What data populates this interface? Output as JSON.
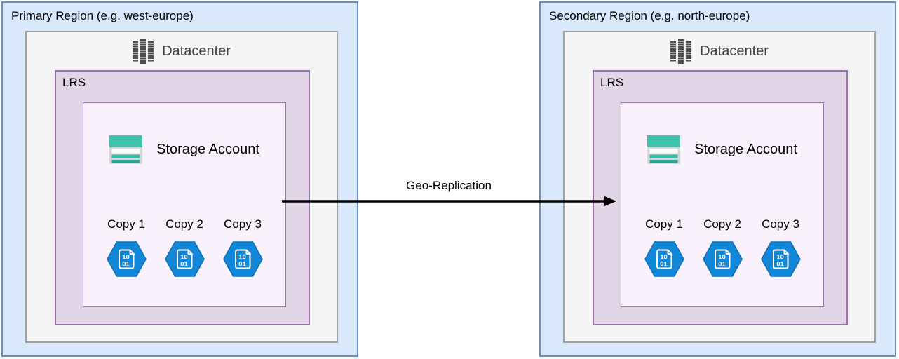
{
  "diagram": {
    "arrow": {
      "label": "Geo-Replication",
      "direction": "left-to-right"
    },
    "regions": [
      {
        "title": "Primary Region (e.g. west-europe)",
        "datacenter": {
          "label": "Datacenter",
          "icon": "server-rack-icon"
        },
        "redundancy": {
          "label": "LRS",
          "storage_account": {
            "label": "Storage Account",
            "icon": "storage-account-icon",
            "copies": [
              {
                "label": "Copy 1",
                "icon": "binary-file-icon"
              },
              {
                "label": "Copy 2",
                "icon": "binary-file-icon"
              },
              {
                "label": "Copy 3",
                "icon": "binary-file-icon"
              }
            ]
          }
        }
      },
      {
        "title": "Secondary Region (e.g. north-europe)",
        "datacenter": {
          "label": "Datacenter",
          "icon": "server-rack-icon"
        },
        "redundancy": {
          "label": "LRS",
          "storage_account": {
            "label": "Storage Account",
            "icon": "storage-account-icon",
            "copies": [
              {
                "label": "Copy 1",
                "icon": "binary-file-icon"
              },
              {
                "label": "Copy 2",
                "icon": "binary-file-icon"
              },
              {
                "label": "Copy 3",
                "icon": "binary-file-icon"
              }
            ]
          }
        }
      }
    ],
    "colors": {
      "region_fill": "#dae8fc",
      "region_stroke": "#6c8ebf",
      "datacenter_fill": "#f5f5f5",
      "datacenter_stroke": "#a0a0a0",
      "lrs_fill": "#e1d5e7",
      "lrs_stroke": "#9673a6",
      "storage_fill": "#f9f2fc",
      "storage_stroke": "#9673a6",
      "copy_icon_fill": "#1287d8",
      "storage_icon_teal": "#40c2ab",
      "arrow_color": "#000000"
    }
  }
}
